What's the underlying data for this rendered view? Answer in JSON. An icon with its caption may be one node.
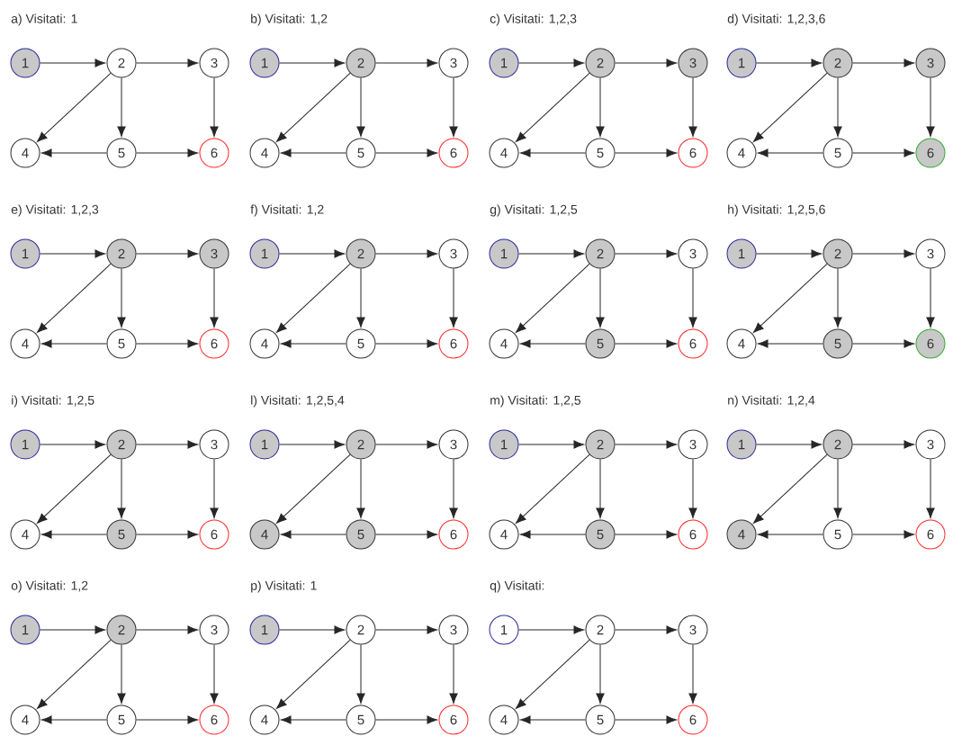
{
  "diagram": {
    "nodes": [
      {
        "text": [
          "1"
        ]
      },
      {
        "text": [
          "2"
        ]
      },
      {
        "text": [
          "3"
        ]
      },
      {
        "text": [
          "4"
        ]
      },
      {
        "text": [
          "5"
        ]
      },
      {
        "text": [
          "6"
        ]
      },
      {
        "text": [
          "1"
        ]
      },
      {
        "text": [
          "2"
        ]
      },
      {
        "text": [
          "3"
        ]
      },
      {
        "text": [
          "4"
        ]
      },
      {
        "text": [
          "5"
        ]
      },
      {
        "text": [
          "6"
        ]
      },
      {
        "text": [
          "1"
        ]
      },
      {
        "text": [
          "2"
        ]
      },
      {
        "text": [
          "3"
        ]
      },
      {
        "text": [
          "4"
        ]
      },
      {
        "text": [
          "5"
        ]
      },
      {
        "text": [
          "6"
        ]
      },
      {
        "text": [
          "1"
        ]
      },
      {
        "text": [
          "2"
        ]
      },
      {
        "text": [
          "3"
        ]
      },
      {
        "text": [
          "4"
        ]
      },
      {
        "text": [
          "5"
        ]
      },
      {
        "text": [
          "6"
        ]
      },
      {
        "text": [
          "1"
        ]
      },
      {
        "text": [
          "2"
        ]
      },
      {
        "text": [
          "3"
        ]
      },
      {
        "text": [
          "4"
        ]
      },
      {
        "text": [
          "5"
        ]
      },
      {
        "text": [
          "6"
        ]
      },
      {
        "text": [
          "1"
        ]
      },
      {
        "text": [
          "2"
        ]
      },
      {
        "text": [
          "3"
        ]
      },
      {
        "text": [
          "4"
        ]
      },
      {
        "text": [
          "5"
        ]
      },
      {
        "text": [
          "6"
        ]
      },
      {
        "text": [
          "1"
        ]
      },
      {
        "text": [
          "2"
        ]
      },
      {
        "text": [
          "3"
        ]
      },
      {
        "text": [
          "4"
        ]
      },
      {
        "text": [
          "5"
        ]
      },
      {
        "text": [
          "6"
        ]
      },
      {
        "text": [
          "1"
        ]
      },
      {
        "text": [
          "2"
        ]
      },
      {
        "text": [
          "3"
        ]
      },
      {
        "text": [
          "4"
        ]
      },
      {
        "text": [
          "5"
        ]
      },
      {
        "text": [
          "6"
        ]
      },
      {
        "text": [
          "1"
        ]
      },
      {
        "text": [
          "2"
        ]
      },
      {
        "text": [
          "3"
        ]
      },
      {
        "text": [
          "4"
        ]
      },
      {
        "text": [
          "5"
        ]
      },
      {
        "text": [
          "6"
        ]
      },
      {
        "text": [
          "1"
        ]
      },
      {
        "text": [
          "2"
        ]
      },
      {
        "text": [
          "3"
        ]
      },
      {
        "text": [
          "4"
        ]
      },
      {
        "text": [
          "5"
        ]
      },
      {
        "text": [
          "6"
        ]
      },
      {
        "text": [
          "1"
        ]
      },
      {
        "text": [
          "2"
        ]
      },
      {
        "text": [
          "3"
        ]
      },
      {
        "text": [
          "4"
        ]
      },
      {
        "text": [
          "5"
        ]
      },
      {
        "text": [
          "6"
        ]
      },
      {
        "text": [
          "1"
        ]
      },
      {
        "text": [
          "2"
        ]
      },
      {
        "text": [
          "3"
        ]
      },
      {
        "text": [
          "4"
        ]
      },
      {
        "text": [
          "5"
        ]
      },
      {
        "text": [
          "6"
        ]
      },
      {
        "text": [
          "1"
        ]
      },
      {
        "text": [
          "2"
        ]
      },
      {
        "text": [
          "3"
        ]
      },
      {
        "text": [
          "4"
        ]
      },
      {
        "text": [
          "5"
        ]
      },
      {
        "text": [
          "6"
        ]
      },
      {
        "text": [
          "1"
        ]
      },
      {
        "text": [
          "2"
        ]
      },
      {
        "text": [
          "3"
        ]
      },
      {
        "text": [
          "4"
        ]
      },
      {
        "text": [
          "5"
        ]
      },
      {
        "text": [
          "6"
        ]
      },
      {
        "text": [
          "1"
        ]
      },
      {
        "text": [
          "2"
        ]
      },
      {
        "text": [
          "3"
        ]
      },
      {
        "text": [
          "4"
        ]
      },
      {
        "text": [
          "5"
        ]
      },
      {
        "text": [
          "6"
        ]
      }
    ],
    "edges": [
      {
        "from": 0,
        "to": 1,
        "arrow": "to"
      },
      {
        "from": 1,
        "to": 2,
        "arrow": "to"
      },
      {
        "from": 1,
        "to": 3,
        "arrow": "to"
      },
      {
        "from": 1,
        "to": 4,
        "arrow": "to"
      },
      {
        "from": 2,
        "to": 5,
        "arrow": "to"
      },
      {
        "from": 4,
        "to": 3,
        "arrow": "to"
      },
      {
        "from": 4,
        "to": 5,
        "arrow": "to"
      },
      {
        "from": 6,
        "to": 7,
        "arrow": "to"
      },
      {
        "from": 7,
        "to": 8,
        "arrow": "to"
      },
      {
        "from": 7,
        "to": 9,
        "arrow": "to"
      },
      {
        "from": 7,
        "to": 10,
        "arrow": "to"
      },
      {
        "from": 8,
        "to": 11,
        "arrow": "to"
      },
      {
        "from": 10,
        "to": 9,
        "arrow": "to"
      },
      {
        "from": 10,
        "to": 11,
        "arrow": "to"
      },
      {
        "from": 12,
        "to": 13,
        "arrow": "to"
      },
      {
        "from": 13,
        "to": 14,
        "arrow": "to"
      },
      {
        "from": 13,
        "to": 15,
        "arrow": "to"
      },
      {
        "from": 13,
        "to": 16,
        "arrow": "to"
      },
      {
        "from": 14,
        "to": 17,
        "arrow": "to"
      },
      {
        "from": 16,
        "to": 15,
        "arrow": "to"
      },
      {
        "from": 16,
        "to": 17,
        "arrow": "to"
      },
      {
        "from": 18,
        "to": 19,
        "arrow": "to"
      },
      {
        "from": 19,
        "to": 20,
        "arrow": "to"
      },
      {
        "from": 19,
        "to": 21,
        "arrow": "to"
      },
      {
        "from": 19,
        "to": 22,
        "arrow": "to"
      },
      {
        "from": 20,
        "to": 23,
        "arrow": "to"
      },
      {
        "from": 22,
        "to": 21,
        "arrow": "to"
      },
      {
        "from": 22,
        "to": 23,
        "arrow": "to"
      },
      {
        "from": 24,
        "to": 25,
        "arrow": "to"
      },
      {
        "from": 25,
        "to": 26,
        "arrow": "to"
      },
      {
        "from": 25,
        "to": 27,
        "arrow": "to"
      },
      {
        "from": 25,
        "to": 28,
        "arrow": "to"
      },
      {
        "from": 26,
        "to": 29,
        "arrow": "to"
      },
      {
        "from": 28,
        "to": 27,
        "arrow": "to"
      },
      {
        "from": 28,
        "to": 29,
        "arrow": "to"
      },
      {
        "from": 30,
        "to": 31,
        "arrow": "to"
      },
      {
        "from": 31,
        "to": 32,
        "arrow": "to"
      },
      {
        "from": 31,
        "to": 33,
        "arrow": "to"
      },
      {
        "from": 31,
        "to": 34,
        "arrow": "to"
      },
      {
        "from": 32,
        "to": 35,
        "arrow": "to"
      },
      {
        "from": 34,
        "to": 33,
        "arrow": "to"
      },
      {
        "from": 34,
        "to": 35,
        "arrow": "to"
      },
      {
        "from": 36,
        "to": 37,
        "arrow": "to"
      },
      {
        "from": 37,
        "to": 38,
        "arrow": "to"
      },
      {
        "from": 37,
        "to": 39,
        "arrow": "to"
      },
      {
        "from": 37,
        "to": 40,
        "arrow": "to"
      },
      {
        "from": 38,
        "to": 41,
        "arrow": "to"
      },
      {
        "from": 40,
        "to": 39,
        "arrow": "to"
      },
      {
        "from": 40,
        "to": 41,
        "arrow": "to"
      },
      {
        "from": 42,
        "to": 43,
        "arrow": "to"
      },
      {
        "from": 43,
        "to": 44,
        "arrow": "to"
      },
      {
        "from": 43,
        "to": 45,
        "arrow": "to"
      },
      {
        "from": 43,
        "to": 46,
        "arrow": "to"
      },
      {
        "from": 44,
        "to": 47,
        "arrow": "to"
      },
      {
        "from": 46,
        "to": 45,
        "arrow": "to"
      },
      {
        "from": 46,
        "to": 47,
        "arrow": "to"
      },
      {
        "from": 48,
        "to": 49,
        "arrow": "to"
      },
      {
        "from": 49,
        "to": 50,
        "arrow": "to"
      },
      {
        "from": 49,
        "to": 51,
        "arrow": "to"
      },
      {
        "from": 49,
        "to": 52,
        "arrow": "to"
      },
      {
        "from": 50,
        "to": 53,
        "arrow": "to"
      },
      {
        "from": 52,
        "to": 51,
        "arrow": "to"
      },
      {
        "from": 52,
        "to": 53,
        "arrow": "to"
      },
      {
        "from": 54,
        "to": 55,
        "arrow": "to"
      },
      {
        "from": 55,
        "to": 56,
        "arrow": "to"
      },
      {
        "from": 55,
        "to": 57,
        "arrow": "to"
      },
      {
        "from": 55,
        "to": 58,
        "arrow": "to"
      },
      {
        "from": 56,
        "to": 59,
        "arrow": "to"
      },
      {
        "from": 58,
        "to": 57,
        "arrow": "to"
      },
      {
        "from": 58,
        "to": 59,
        "arrow": "to"
      },
      {
        "from": 60,
        "to": 61,
        "arrow": "to"
      },
      {
        "from": 61,
        "to": 62,
        "arrow": "to"
      },
      {
        "from": 61,
        "to": 63,
        "arrow": "to"
      },
      {
        "from": 61,
        "to": 64,
        "arrow": "to"
      },
      {
        "from": 62,
        "to": 65,
        "arrow": "to"
      },
      {
        "from": 64,
        "to": 63,
        "arrow": "to"
      },
      {
        "from": 64,
        "to": 65,
        "arrow": "to"
      },
      {
        "from": 66,
        "to": 67,
        "arrow": "to"
      },
      {
        "from": 67,
        "to": 68,
        "arrow": "to"
      },
      {
        "from": 67,
        "to": 69,
        "arrow": "to"
      },
      {
        "from": 67,
        "to": 70,
        "arrow": "to"
      },
      {
        "from": 68,
        "to": 71,
        "arrow": "to"
      },
      {
        "from": 70,
        "to": 69,
        "arrow": "to"
      },
      {
        "from": 70,
        "to": 71,
        "arrow": "to"
      },
      {
        "from": 72,
        "to": 73,
        "arrow": "to"
      },
      {
        "from": 73,
        "to": 74,
        "arrow": "to"
      },
      {
        "from": 73,
        "to": 75,
        "arrow": "to"
      },
      {
        "from": 73,
        "to": 76,
        "arrow": "to"
      },
      {
        "from": 74,
        "to": 77,
        "arrow": "to"
      },
      {
        "from": 76,
        "to": 75,
        "arrow": "to"
      },
      {
        "from": 76,
        "to": 77,
        "arrow": "to"
      },
      {
        "from": 78,
        "to": 79,
        "arrow": "to"
      },
      {
        "from": 79,
        "to": 80,
        "arrow": "to"
      },
      {
        "from": 79,
        "to": 81,
        "arrow": "to"
      },
      {
        "from": 79,
        "to": 82,
        "arrow": "to"
      },
      {
        "from": 80,
        "to": 83,
        "arrow": "to"
      },
      {
        "from": 82,
        "to": 81,
        "arrow": "to"
      },
      {
        "from": 82,
        "to": 83,
        "arrow": "to"
      },
      {
        "from": 84,
        "to": 85,
        "arrow": "to"
      },
      {
        "from": 85,
        "to": 86,
        "arrow": "to"
      },
      {
        "from": 85,
        "to": 87,
        "arrow": "to"
      },
      {
        "from": 85,
        "to": 88,
        "arrow": "to"
      },
      {
        "from": 86,
        "to": 89,
        "arrow": "to"
      },
      {
        "from": 88,
        "to": 87,
        "arrow": "to"
      },
      {
        "from": 88,
        "to": 89,
        "arrow": "to"
      }
    ],
    "labels": [
      "a) Visitati: 1",
      "b) Visitati: 1,2",
      "c) Visitati: 1,2,3",
      "d) Visitati: 1,2,3,6",
      "e) Visitati: 1,2,3",
      "f) Visitati: 1,2",
      "g) Visitati: 1,2,5",
      "h) Visitati: 1,2,5,6",
      "i) Visitati: 1,2,5",
      "l) Visitati: 1,2,5,4",
      "m) Visitati: 1,2,5",
      "n) Visitati: 1,2,4",
      "o) Visitati: 1,2",
      "p) Visitati: 1",
      "q) Visitati:"
    ]
  }
}
